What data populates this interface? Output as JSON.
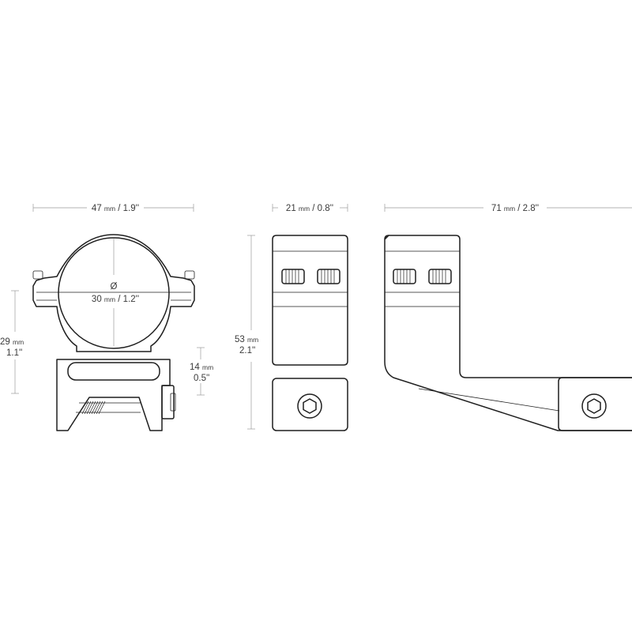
{
  "dimensions": {
    "ring_width": {
      "value": "47",
      "unit": "mm",
      "imperial": "/ 1.9''"
    },
    "side_width": {
      "value": "21",
      "unit": "mm",
      "imperial": "/ 0.8''"
    },
    "mount_length": {
      "value": "71",
      "unit": "mm",
      "imperial": "/ 2.8''"
    },
    "tube_diameter": {
      "symbol": "Ø",
      "value": "30",
      "unit": "mm",
      "imperial": "/ 1.2''"
    },
    "center_height": {
      "value": "29",
      "unit": "mm",
      "imperial": "1.1''"
    },
    "base_height": {
      "value": "14",
      "unit": "mm",
      "imperial": "0.5''"
    },
    "total_height": {
      "value": "53",
      "unit": "mm",
      "imperial": "2.1''"
    }
  },
  "colors": {
    "line": "#1f1f1f",
    "dimension_line": "#9a9a9a",
    "text": "#3a3a3a"
  },
  "icons": [
    "hex-bolt-icon",
    "knurled-screw-icon"
  ]
}
